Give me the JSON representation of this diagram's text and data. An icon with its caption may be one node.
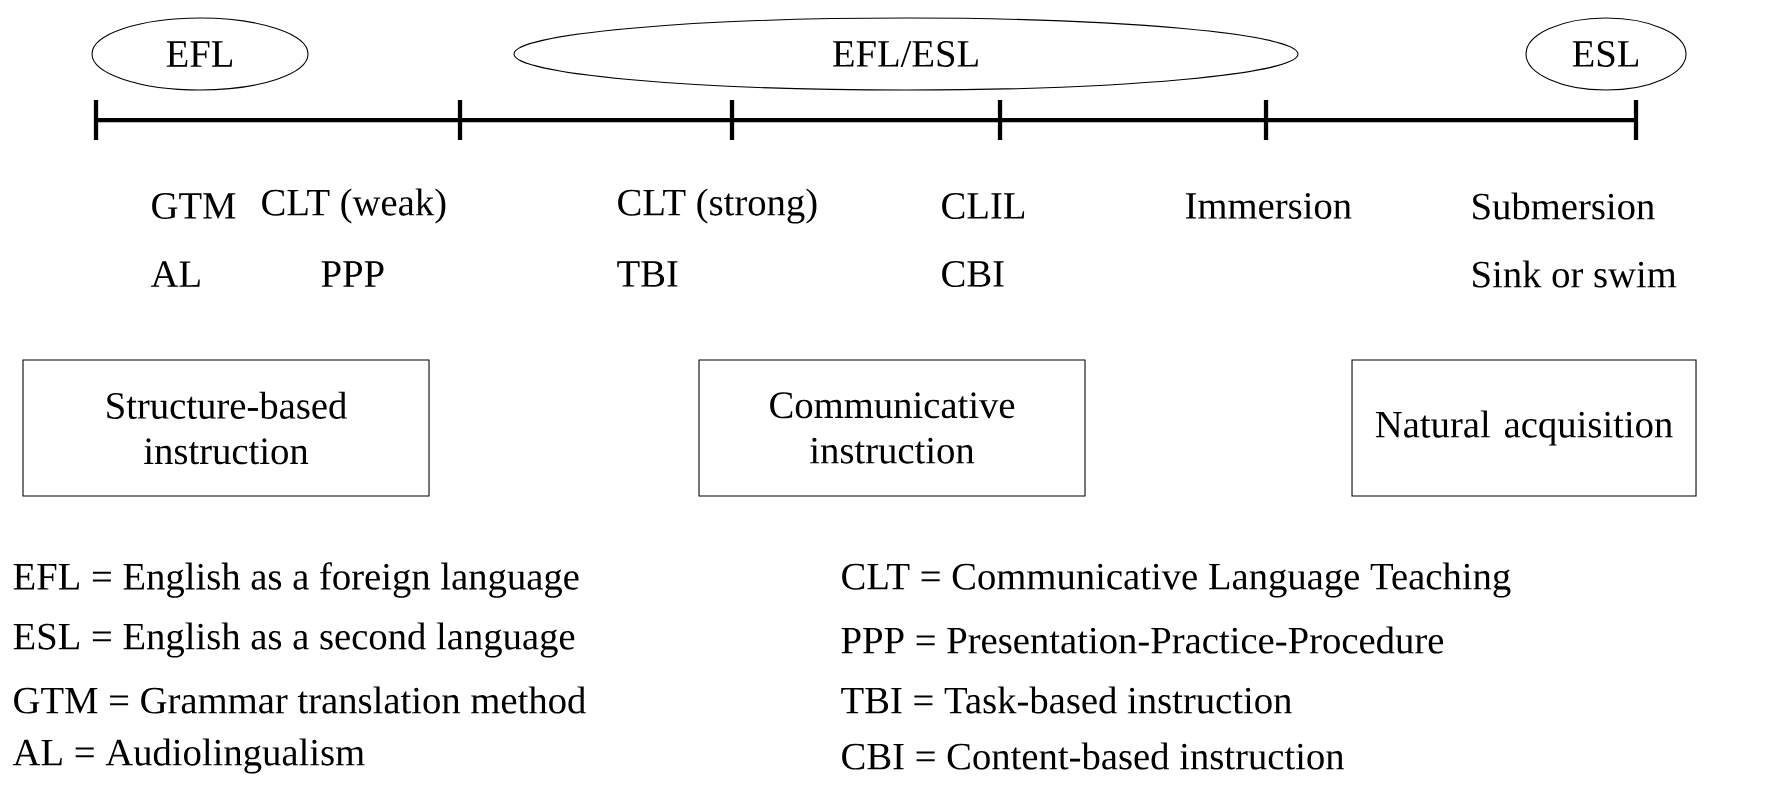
{
  "diagram": {
    "nodes": [
      {
        "text": [
          "EFL"
        ]
      },
      {
        "text": [
          "EFL/ESL"
        ]
      },
      {
        "text": [
          "ESL"
        ]
      },
      {
        "text": [
          "Structure-based instruction"
        ]
      },
      {
        "text": [
          "Communicative instruction"
        ]
      },
      {
        "text": [
          "Natural acquisition"
        ]
      }
    ],
    "labels": [
      "GTM",
      "CLT (weak)",
      "CLT (strong)",
      "CLIL",
      "Immersion",
      "Submersion",
      "AL",
      "PPP",
      "TBI",
      "CBI",
      "Sink or swim",
      "EFL = English as a foreign language",
      "CLT = Communicative Language Teaching",
      "ESL = English as a second language",
      "PPP = Presentation-Practice-Procedure",
      "GTM = Grammar translation method",
      "TBI = Task-based instruction",
      "AL = Audiolingualism",
      "CBI = Content-based instruction"
    ]
  }
}
